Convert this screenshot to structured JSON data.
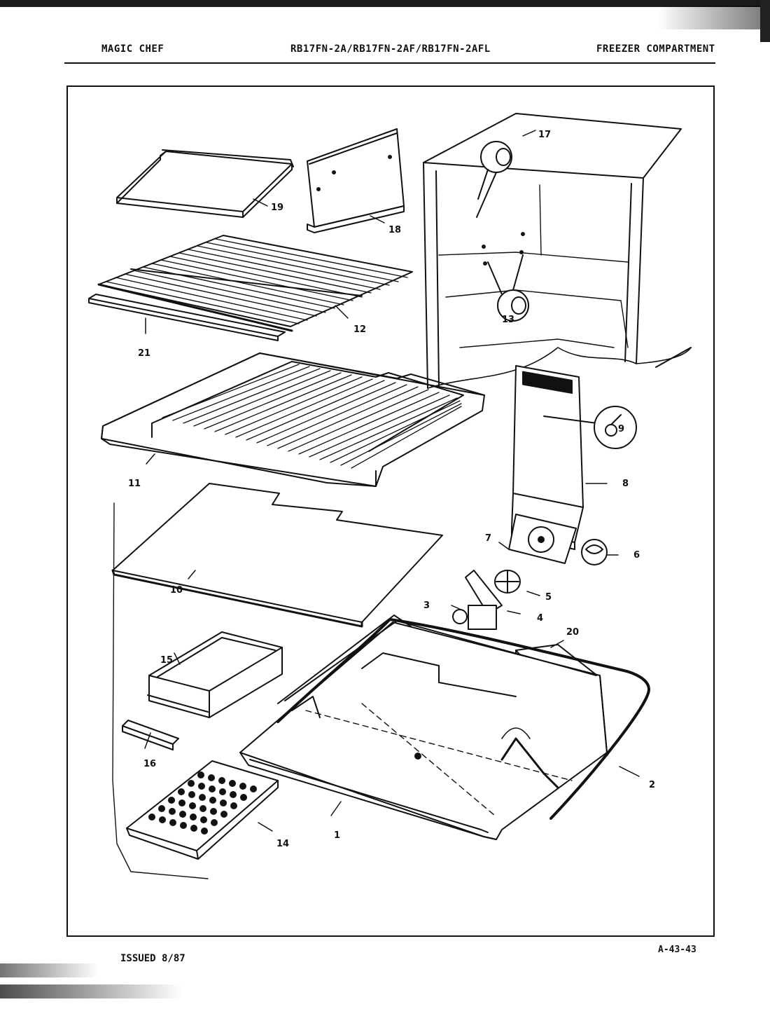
{
  "header": {
    "brand": "MAGIC CHEF",
    "models": "RB17FN-2A/RB17FN-2AF/RB17FN-2AFL",
    "section": "FREEZER COMPARTMENT"
  },
  "footer": {
    "issued": "ISSUED 8/87",
    "code": "A-43-43"
  },
  "callouts": [
    "1",
    "2",
    "3",
    "4",
    "5",
    "6",
    "7",
    "8",
    "9",
    "10",
    "11",
    "12",
    "13",
    "14",
    "15",
    "16",
    "17",
    "18",
    "19",
    "20",
    "21"
  ]
}
